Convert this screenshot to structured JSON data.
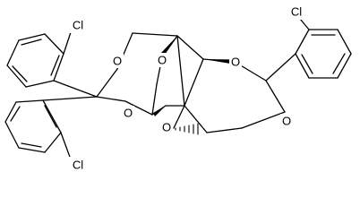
{
  "molecule": {
    "atoms": {
      "cl_1": "Cl",
      "cl_2": "Cl",
      "cl_3": "Cl",
      "o_1": "O",
      "o_2": "O",
      "o_3": "O",
      "o_4": "O",
      "o_5": "O",
      "o_6": "O"
    }
  }
}
